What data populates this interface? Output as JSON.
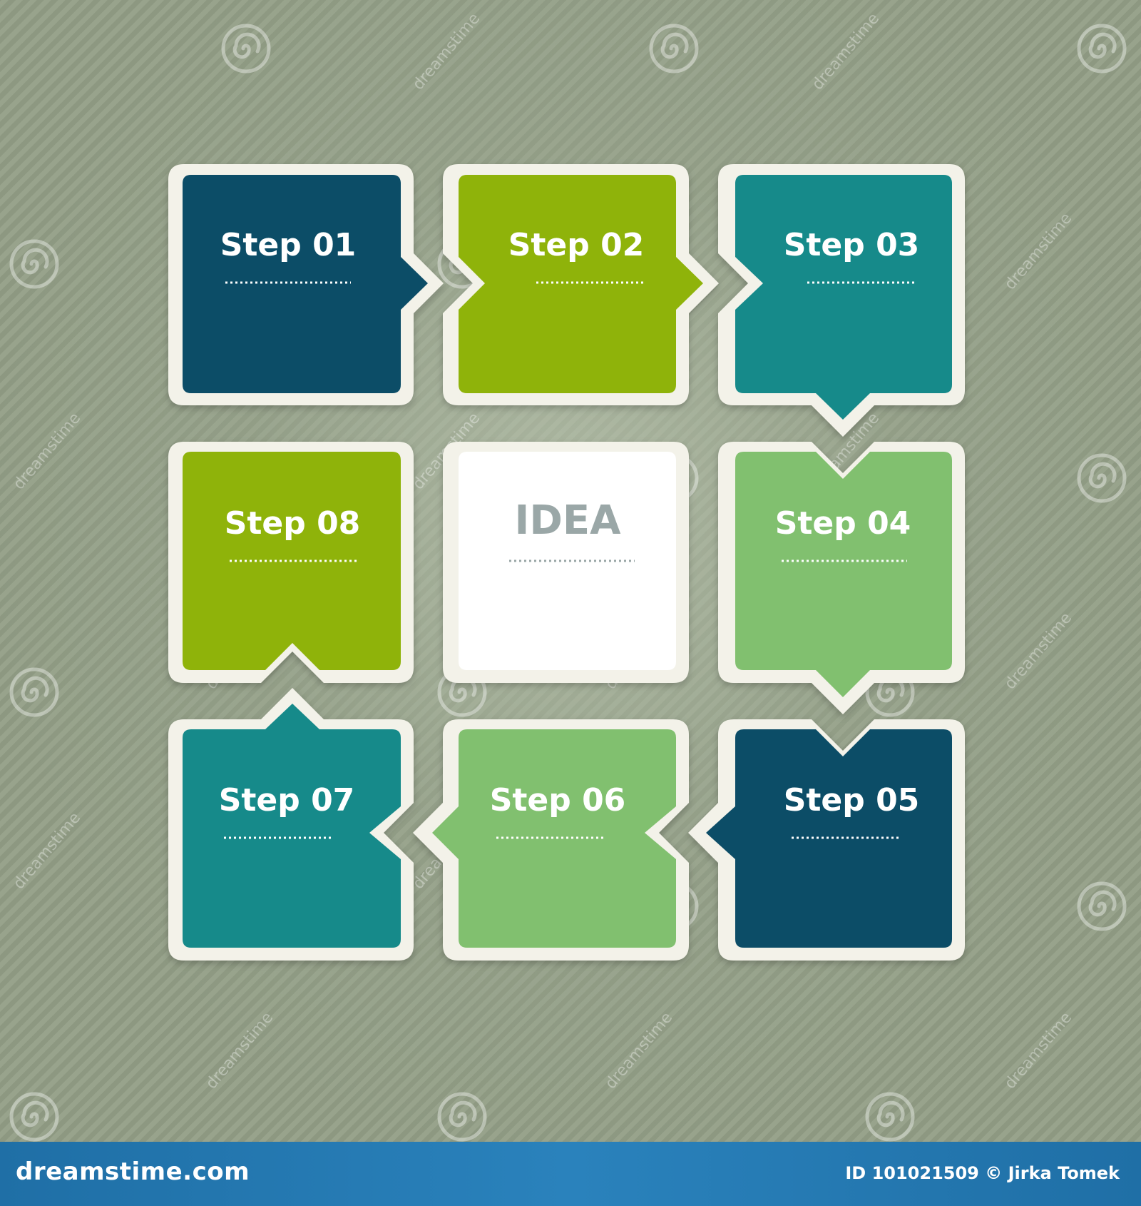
{
  "colors": {
    "navy": "#0c4d67",
    "lime": "#8fb30a",
    "teal": "#168a8a",
    "light_green": "#81c06f",
    "white_box": "#ffffff",
    "border": "#f3f2e9",
    "background": "#929e86",
    "footer": "#2a82bc"
  },
  "center": {
    "label": "IDEA"
  },
  "steps": [
    {
      "label": "Step 01",
      "color": "navy"
    },
    {
      "label": "Step 02",
      "color": "lime"
    },
    {
      "label": "Step 03",
      "color": "teal"
    },
    {
      "label": "Step 04",
      "color": "light_green"
    },
    {
      "label": "Step 05",
      "color": "navy"
    },
    {
      "label": "Step 06",
      "color": "light_green"
    },
    {
      "label": "Step 07",
      "color": "teal"
    },
    {
      "label": "Step 08",
      "color": "lime"
    }
  ],
  "watermark": {
    "text": "dreamstime",
    "icon": "spiral-watermark-icon"
  },
  "footer": {
    "brand": "dreamstime.com",
    "credit": "ID 101021509 © Jirka Tomek"
  }
}
